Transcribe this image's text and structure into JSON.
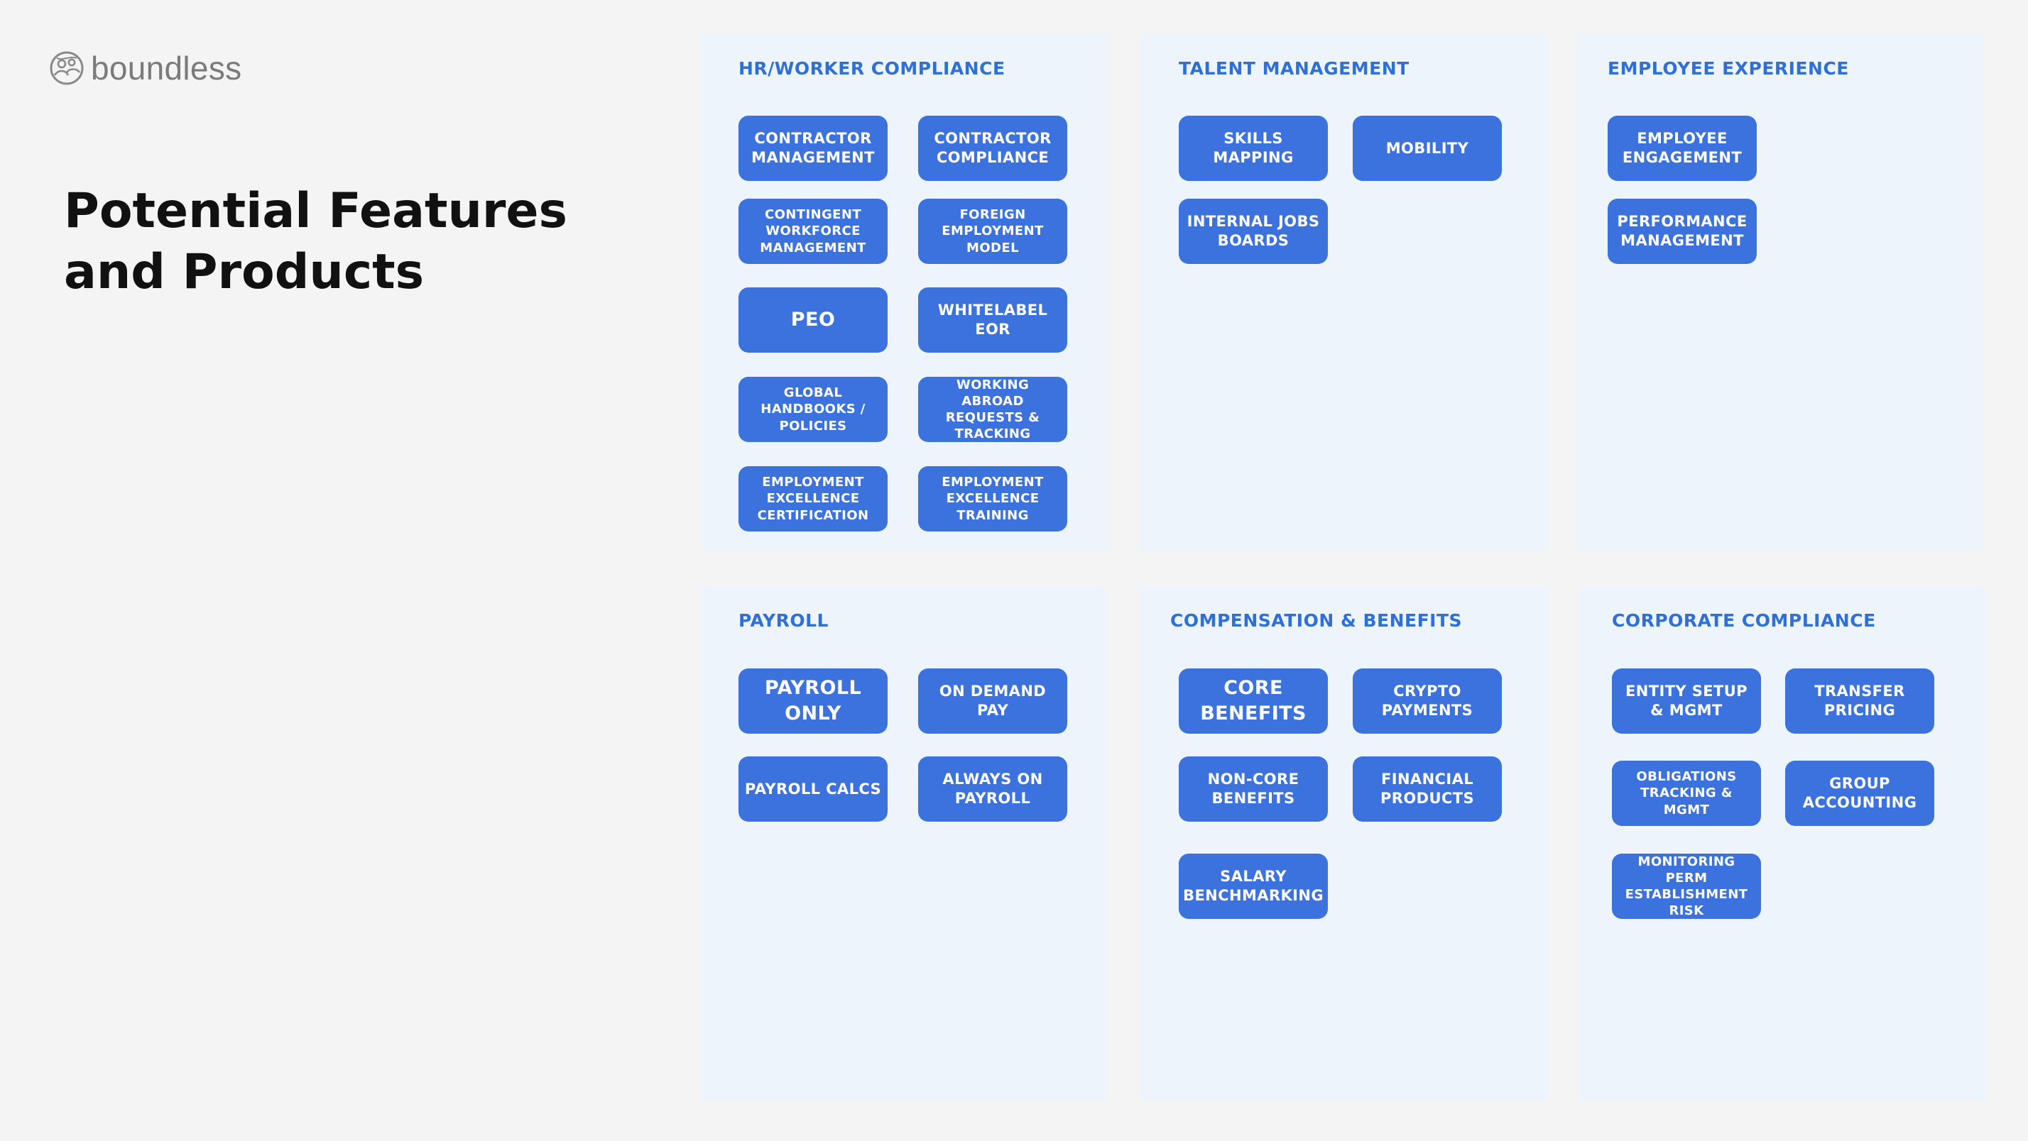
{
  "brand": {
    "name": "boundless",
    "logo_icon": "globe-people-icon"
  },
  "title": "Potential Features and Products",
  "colors": {
    "chip": "#3b72de",
    "panel_title": "#2f6fd6",
    "panel_bg": "#eef4fb",
    "page_bg": "#f4f4f5",
    "title": "#111111"
  },
  "panels": {
    "hr": {
      "title": "HR/WORKER COMPLIANCE",
      "chips": [
        "CONTRACTOR MANAGEMENT",
        "CONTRACTOR COMPLIANCE",
        "CONTINGENT WORKFORCE MANAGEMENT",
        "FOREIGN EMPLOYMENT MODEL",
        "PEO",
        "WHITELABEL EOR",
        "GLOBAL HANDBOOKS / POLICIES",
        "WORKING ABROAD REQUESTS & TRACKING",
        "EMPLOYMENT EXCELLENCE CERTIFICATION",
        "EMPLOYMENT EXCELLENCE TRAINING"
      ]
    },
    "talent": {
      "title": "TALENT MANAGEMENT",
      "chips": [
        "SKILLS MAPPING",
        "MOBILITY",
        "INTERNAL JOBS BOARDS"
      ]
    },
    "experience": {
      "title": "EMPLOYEE EXPERIENCE",
      "chips": [
        "EMPLOYEE ENGAGEMENT",
        "PERFORMANCE MANAGEMENT"
      ]
    },
    "payroll": {
      "title": "PAYROLL",
      "chips": [
        "PAYROLL ONLY",
        "ON DEMAND PAY",
        "PAYROLL CALCS",
        "ALWAYS ON PAYROLL"
      ]
    },
    "comp": {
      "title": "COMPENSATION & BENEFITS",
      "chips": [
        "CORE BENEFITS",
        "CRYPTO PAYMENTS",
        "NON-CORE BENEFITS",
        "FINANCIAL PRODUCTS",
        "SALARY BENCHMARKING"
      ]
    },
    "corporate": {
      "title": "CORPORATE COMPLIANCE",
      "chips": [
        "ENTITY SETUP & MGMT",
        "TRANSFER PRICING",
        "OBLIGATIONS TRACKING & MGMT",
        "GROUP ACCOUNTING",
        "MONITORING PERM ESTABLISHMENT RISK"
      ]
    }
  }
}
